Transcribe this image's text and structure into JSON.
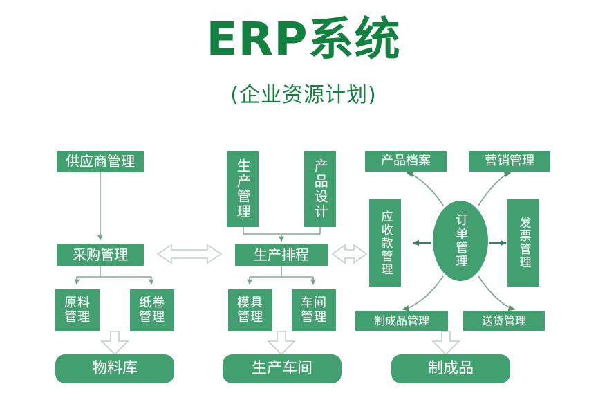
{
  "header": {
    "title": "ERP系统",
    "subtitle": "(企业资源计划)"
  },
  "colors": {
    "node_fill": "#42a070",
    "node_text": "#ffffff",
    "title_text": "#12803f",
    "connector": "#8aa89a",
    "hollow_arrow_stroke": "#b9c9c0",
    "background": "#ffffff"
  },
  "nodes": {
    "supplier_mgmt": "供应商管理",
    "purchase_mgmt": "采购管理",
    "raw_material_mgmt": "原料\n管理",
    "paper_roll_mgmt": "纸卷\n管理",
    "material_warehouse": "物料库",
    "production_mgmt": "生产管理",
    "product_design": "产品设计",
    "production_schedule": "生产排程",
    "mold_mgmt": "模具\n管理",
    "workshop_mgmt": "车间\n管理",
    "production_workshop": "生产车间",
    "product_archive": "产品档案",
    "marketing_mgmt": "营销管理",
    "receivables_mgmt": "应收款管理",
    "order_mgmt": "订单管理",
    "invoice_mgmt": "发票管理",
    "finished_goods_mgmt": "制成品管理",
    "delivery_mgmt": "送货管理",
    "finished_goods": "制成品"
  },
  "connectors": [
    {
      "name": "supplier-to-purchase",
      "type": "solid-arrow-down"
    },
    {
      "name": "purchase-to-raw-material",
      "type": "solid-arrow-down"
    },
    {
      "name": "purchase-to-paper-roll",
      "type": "solid-arrow-down"
    },
    {
      "name": "materials-to-warehouse",
      "type": "hollow-arrow-down"
    },
    {
      "name": "production-mgmt-to-schedule",
      "type": "solid-arrow-down"
    },
    {
      "name": "product-design-to-schedule",
      "type": "solid-arrow-down"
    },
    {
      "name": "schedule-to-mold",
      "type": "solid-arrow-down"
    },
    {
      "name": "schedule-to-workshop",
      "type": "solid-arrow-down"
    },
    {
      "name": "molds-to-production-workshop",
      "type": "hollow-arrow-down"
    },
    {
      "name": "purchase-schedule-bidirectional",
      "type": "hollow-double-arrow"
    },
    {
      "name": "schedule-receivables-bidirectional",
      "type": "hollow-double-arrow"
    },
    {
      "name": "order-to-receivables",
      "type": "solid-arrow-left"
    },
    {
      "name": "order-to-invoice",
      "type": "solid-arrow-right"
    },
    {
      "name": "order-to-product-archive",
      "type": "curved-arrow-up-left"
    },
    {
      "name": "order-to-marketing",
      "type": "curved-arrow-up-right"
    },
    {
      "name": "order-to-finished-goods-mgmt",
      "type": "curved-arrow-down-left"
    },
    {
      "name": "order-to-delivery",
      "type": "curved-arrow-down-right"
    },
    {
      "name": "finished-mgmt-to-finished-goods",
      "type": "hollow-arrow-down"
    }
  ]
}
